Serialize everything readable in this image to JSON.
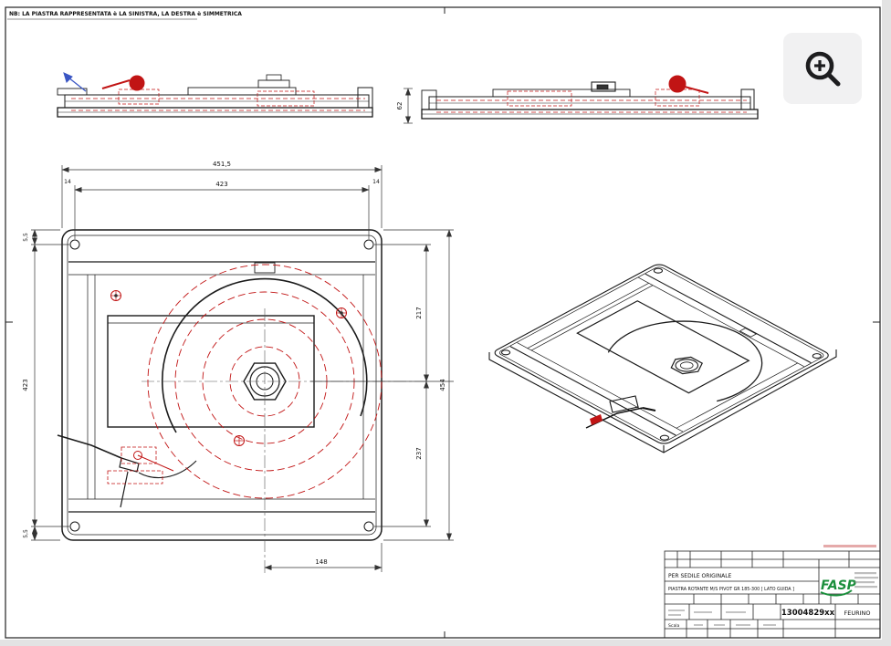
{
  "note": "NB: LA PIASTRA RAPPRESENTATA è LA SINISTRA, LA DESTRA è SIMMETRICA",
  "dims": {
    "total_width": "451,5",
    "inner_width": "423",
    "offset_left": "14",
    "offset_right": "14",
    "top_edge": "5,5",
    "left_height": "423",
    "bottom_edge": "5,5",
    "upper_span": "217",
    "overall_height": "454",
    "lower_span": "237",
    "center_to_edge": "148",
    "profile_height": "62"
  },
  "title_block": {
    "usage": "PER SEDILE ORIGINALE",
    "description": "PIASTRA ROTANTE M/S PIVOT GR 185-300 [ LATO GUIDA ]",
    "part_number": "13004829xx",
    "sheet_name": "FEURINO",
    "logo_text": "FASP",
    "scale_label": "Scala"
  },
  "toolbar": {
    "zoom_icon": "zoom-in-icon"
  },
  "colors": {
    "line": "#1b1b1b",
    "detail_red": "#c11414",
    "arrow_blue": "#3a56c4",
    "logo_green": "#1b8f3c",
    "button_bg": "#f1f1f2"
  }
}
